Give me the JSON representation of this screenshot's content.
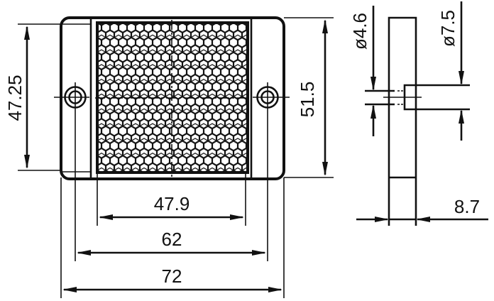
{
  "drawing": {
    "type": "technical-dimension-drawing",
    "subject": "rectangular reflector with two mounting holes",
    "colors": {
      "line": "#111111",
      "background": "#ffffff"
    },
    "front_view": {
      "dimensions": {
        "left_height": "47.25",
        "right_height": "51.5",
        "reflector_width": "47.9",
        "hole_spacing": "62",
        "overall_width": "72"
      }
    },
    "side_view": {
      "dimensions": {
        "hole_diameter": "ø4.6",
        "counterbore_diameter": "ø7.5",
        "thickness": "8.7"
      }
    }
  }
}
